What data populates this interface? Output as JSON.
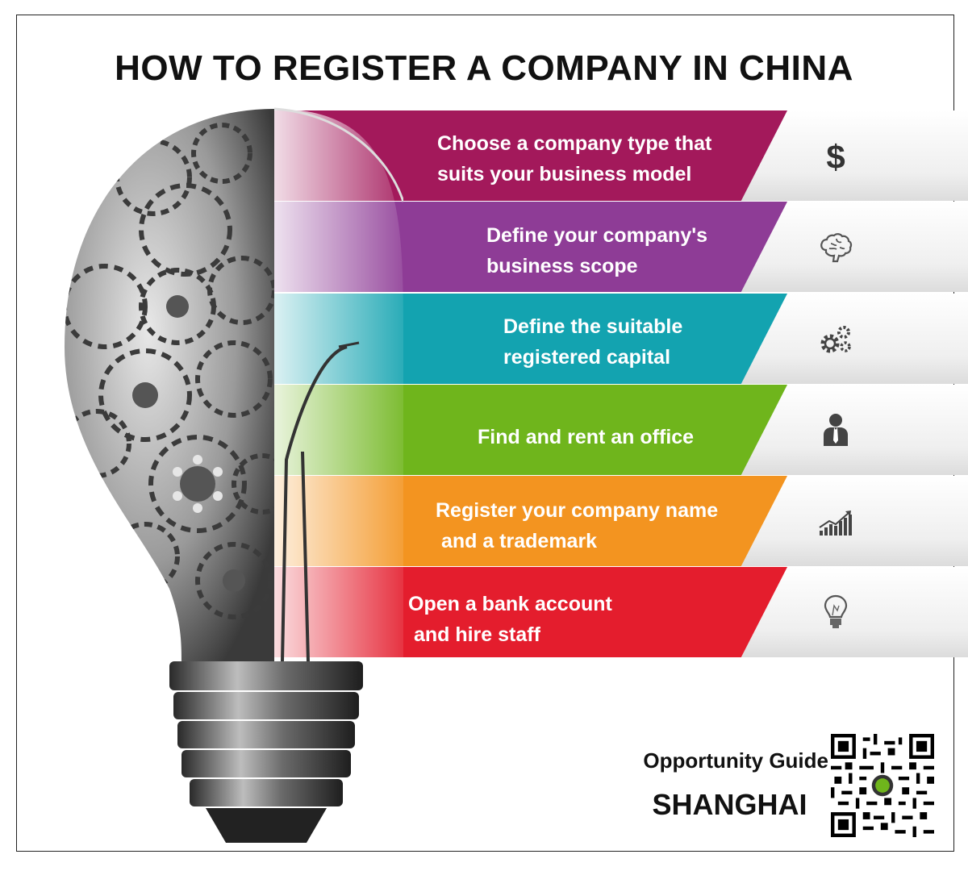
{
  "title": "HOW TO REGISTER A COMPANY IN CHINA",
  "steps": [
    {
      "lines": [
        "Choose a company type that",
        "suits your business model"
      ],
      "color": "#a3195b",
      "icon": "dollar-icon"
    },
    {
      "lines": [
        "Define your company's",
        "business scope"
      ],
      "color": "#8e3c96",
      "icon": "brain-icon"
    },
    {
      "lines": [
        "Define the suitable",
        "registered capital"
      ],
      "color": "#13a3b0",
      "icon": "gears-icon"
    },
    {
      "lines": [
        "Find and rent an office"
      ],
      "color": "#6fb51c",
      "icon": "businessman-icon"
    },
    {
      "lines": [
        "Register your company name",
        " and a trademark"
      ],
      "color": "#f39420",
      "icon": "growth-chart-icon"
    },
    {
      "lines": [
        "Open a bank account",
        " and hire staff"
      ],
      "color": "#e41d2d",
      "icon": "lightbulb-icon"
    }
  ],
  "brand": {
    "guide": "Opportunity Guide",
    "city": "SHANGHAI"
  }
}
